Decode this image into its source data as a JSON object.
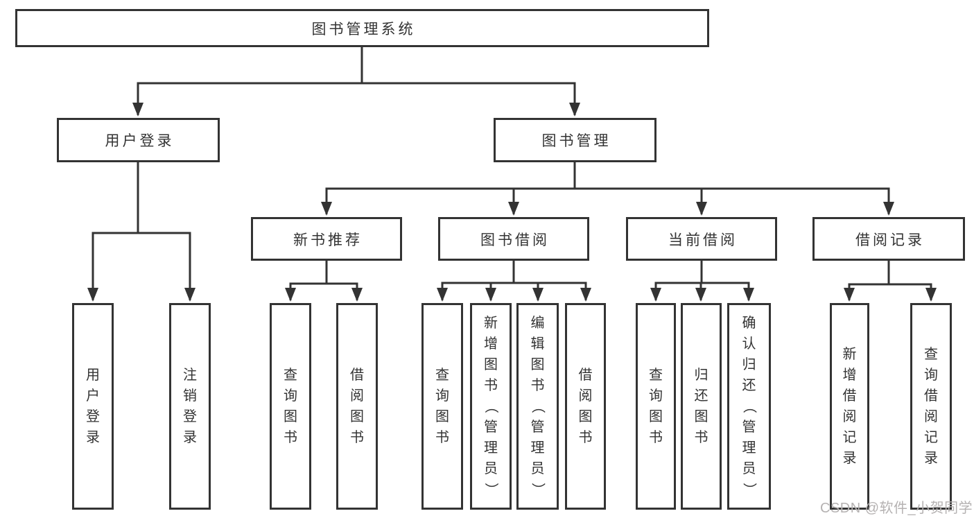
{
  "diagram": {
    "title": "图书管理系统",
    "root": {
      "label": "图书管理系统"
    },
    "level2": [
      {
        "label": "用户登录",
        "children": [
          "用户登录",
          "注销登录"
        ]
      },
      {
        "label": "图书管理",
        "sections": [
          {
            "label": "新书推荐",
            "children": [
              "查询图书",
              "借阅图书"
            ]
          },
          {
            "label": "图书借阅",
            "children": [
              "查询图书",
              "新增图书（管理员）",
              "编辑图书（管理员）",
              "借阅图书"
            ]
          },
          {
            "label": "当前借阅",
            "children": [
              "查询图书",
              "归还图书",
              "确认归还（管理员）"
            ]
          },
          {
            "label": "借阅记录",
            "children": [
              "新增借阅记录",
              "查询借阅记录"
            ]
          }
        ]
      }
    ]
  },
  "watermark": {
    "text": "CSDN @软件_小贺同学"
  },
  "colors": {
    "line": "#333333",
    "box_border": "#333333",
    "text": "#333333",
    "watermark": "#b5b2b2",
    "background": "#ffffff"
  }
}
